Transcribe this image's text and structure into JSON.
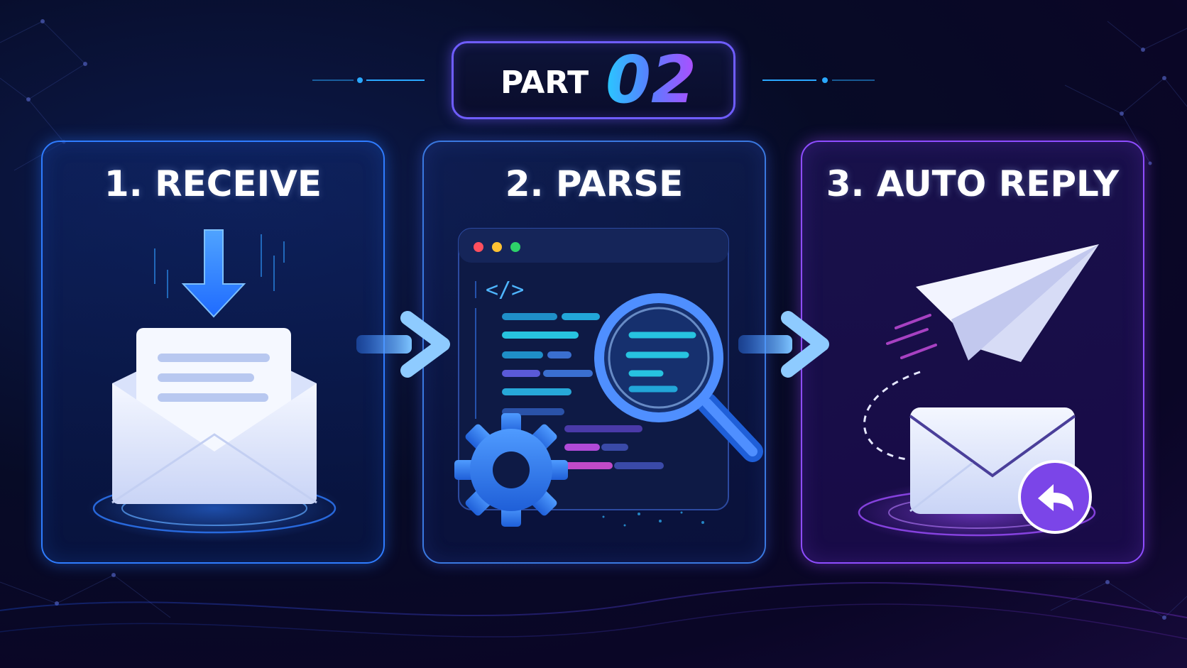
{
  "header": {
    "label": "PART",
    "number": "02"
  },
  "steps": [
    {
      "title": "1. RECEIVE",
      "icon": "envelope-download-icon"
    },
    {
      "title": "2. PARSE",
      "icon": "code-magnifier-gear-icon"
    },
    {
      "title": "3. AUTO REPLY",
      "icon": "paper-plane-reply-icon"
    }
  ],
  "colors": {
    "accent_blue": "#2f7cff",
    "accent_cyan": "#29c8ff",
    "accent_purple": "#8e4dff",
    "background": "#070b26"
  }
}
